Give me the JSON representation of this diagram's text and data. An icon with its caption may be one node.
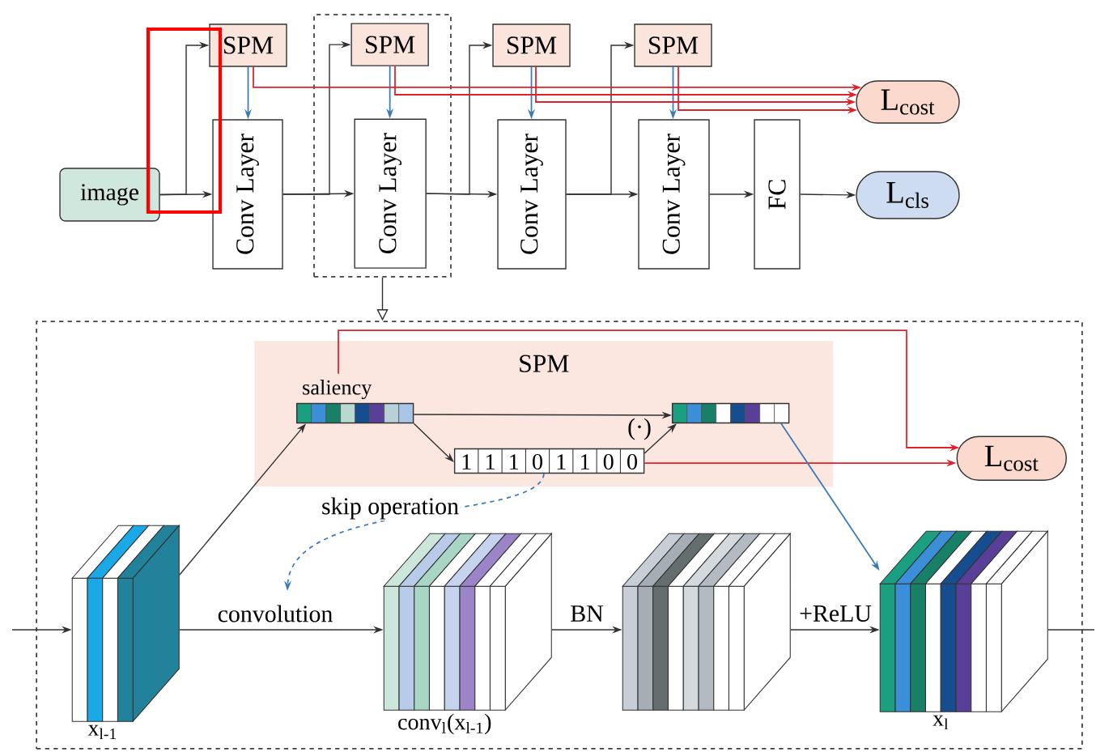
{
  "diagram": {
    "nodes": [
      {
        "text": [
          "image"
        ]
      },
      {
        "text": [
          "SPM"
        ]
      },
      {
        "text": [
          "Conv Layer"
        ]
      },
      {
        "text": [],
        "shape": "box"
      },
      {
        "text": [
          "SPM"
        ],
        "in": 3
      },
      {
        "text": [
          "Conv Layer"
        ],
        "in": 3
      },
      {
        "text": [
          "SPM"
        ]
      },
      {
        "text": [
          "Conv Layer"
        ]
      },
      {
        "text": [
          "SPM"
        ]
      },
      {
        "text": [
          "Conv Layer"
        ]
      },
      {
        "text": [
          "FC"
        ]
      },
      {
        "text": [
          "L$_{cost}$"
        ]
      },
      {
        "text": [
          "L$_{cls}$"
        ]
      },
      {
        "text": [],
        "shape": "box"
      },
      {
        "text": [
          "SPM"
        ],
        "in": 13
      },
      {
        "text": [
          "saliency"
        ],
        "in": 14
      },
      {
        "text": [
          "1",
          "1",
          "1",
          "0",
          "1",
          "1",
          "0",
          "0"
        ],
        "in": 14
      },
      {
        "text": [],
        "shape": "bar",
        "in": 14
      },
      {
        "text": [
          "L$_{cost}$"
        ],
        "in": 13
      },
      {
        "text": [
          "x$_{l-1}$"
        ],
        "in": 13
      },
      {
        "text": [
          "conv$_{l}$(x$_{l-1}$)"
        ],
        "in": 13
      },
      {
        "text": [],
        "shape": "box",
        "in": 13
      },
      {
        "text": [
          "x$_{l}$"
        ],
        "in": 13
      }
    ],
    "edges": [
      {
        "from": 0,
        "to": 2,
        "arrow": "to"
      },
      {
        "from": 0,
        "to": 1,
        "arrow": "to"
      },
      {
        "from": 2,
        "to": 5,
        "arrow": "to"
      },
      {
        "from": 2,
        "to": 4,
        "arrow": "to"
      },
      {
        "from": 5,
        "to": 7,
        "arrow": "to"
      },
      {
        "from": 5,
        "to": 6,
        "arrow": "to"
      },
      {
        "from": 7,
        "to": 9,
        "arrow": "to"
      },
      {
        "from": 7,
        "to": 8,
        "arrow": "to"
      },
      {
        "from": 9,
        "to": 10,
        "arrow": "to"
      },
      {
        "from": 10,
        "to": 12,
        "arrow": "to"
      },
      {
        "from": 1,
        "to": 2,
        "arrow": "to",
        "color": "#3a7ab5"
      },
      {
        "from": 4,
        "to": 5,
        "arrow": "to",
        "color": "#3a7ab5"
      },
      {
        "from": 6,
        "to": 7,
        "arrow": "to",
        "color": "#3a7ab5"
      },
      {
        "from": 8,
        "to": 9,
        "arrow": "to",
        "color": "#3a7ab5"
      },
      {
        "from": 1,
        "to": 11,
        "arrow": "to",
        "color": "#e0202a"
      },
      {
        "from": 4,
        "to": 11,
        "arrow": "to",
        "color": "#e0202a"
      },
      {
        "from": 6,
        "to": 11,
        "arrow": "to",
        "color": "#e0202a"
      },
      {
        "from": 8,
        "to": 11,
        "arrow": "to",
        "color": "#e0202a"
      },
      {
        "from": 3,
        "to": 13,
        "arrow": "to"
      },
      {
        "from": null,
        "to": 19,
        "arrow": "to"
      },
      {
        "from": 19,
        "to": 15,
        "arrow": "to"
      },
      {
        "from": 15,
        "to": 17,
        "arrow": "to",
        "label": "(·)"
      },
      {
        "from": 15,
        "to": 16,
        "arrow": "to"
      },
      {
        "from": 16,
        "to": 17,
        "arrow": "to"
      },
      {
        "from": 15,
        "to": 18,
        "arrow": "to",
        "color": "#e0202a"
      },
      {
        "from": 16,
        "to": 18,
        "arrow": "to",
        "color": "#e0202a"
      },
      {
        "from": 17,
        "to": 22,
        "arrow": "to",
        "color": "#3a7ab5"
      },
      {
        "from": 16,
        "to": null,
        "arrow": "to",
        "label": "skip operation",
        "style": "dashed",
        "color": "#3a7ab5"
      },
      {
        "from": 19,
        "to": 20,
        "arrow": "to",
        "label": "convolution"
      },
      {
        "from": 20,
        "to": 21,
        "arrow": "to",
        "label": "BN"
      },
      {
        "from": 21,
        "to": 22,
        "arrow": "to",
        "label": "+ReLU"
      },
      {
        "from": 22,
        "to": null,
        "arrow": "none"
      }
    ]
  }
}
